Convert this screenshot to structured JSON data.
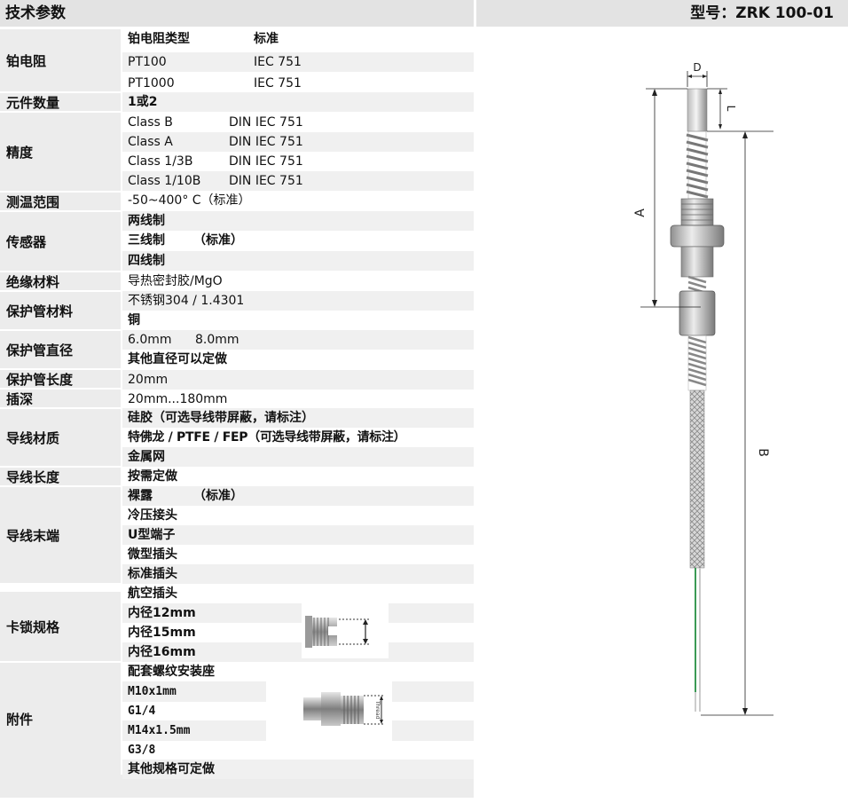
{
  "header": {
    "left_title": "技术参数",
    "right_title": "型号：ZRK 100-01"
  },
  "labels": {
    "rtd": "铂电阻",
    "count": "元件数量",
    "accuracy": "精度",
    "range": "测温范围",
    "sensor": "传感器",
    "insulation": "绝缘材料",
    "sheath_material": "保护管材料",
    "sheath_diameter": "保护管直径",
    "sheath_length": "保护管长度",
    "insertion": "插深",
    "lead_material": "导线材质",
    "lead_length": "导线长度",
    "lead_end": "导线末端",
    "clamp": "卡锁规格",
    "accessory": "附件"
  },
  "rows": {
    "rtd_type": [
      "铂电阻类型",
      "标准"
    ],
    "pt100": [
      "PT100",
      "IEC 751"
    ],
    "pt1000": [
      "PT1000",
      "IEC 751"
    ],
    "count": "1或2",
    "classb": [
      "Class B",
      "DIN IEC 751"
    ],
    "classa": [
      "Class A",
      "DIN IEC 751"
    ],
    "class13": [
      "Class 1/3B",
      "DIN IEC 751"
    ],
    "class110": [
      "Class 1/10B",
      "DIN IEC 751"
    ],
    "range": "-50~400° C（标准）",
    "wire2": "两线制",
    "wire3": [
      "三线制",
      "（标准）"
    ],
    "wire4": "四线制",
    "insulation": "导热密封胶/MgO",
    "ss": "不锈钢304 / 1.4301",
    "copper": "铜",
    "dia": [
      "6.0mm",
      "8.0mm"
    ],
    "dia_other": "其他直径可以定做",
    "length": "20mm",
    "insertion": "20mm...180mm",
    "silicone": "硅胶（可选导线带屏蔽，请标注）",
    "ptfe": "特佛龙 / PTFE / FEP（可选导线带屏蔽，请标注）",
    "metal": "金属网",
    "lead_length": "按需定做",
    "bare": [
      "裸露",
      "（标准）"
    ],
    "cold": "冷压接头",
    "u": "U型端子",
    "micro": "微型插头",
    "std_plug": "标准插头",
    "aviation": "航空插头",
    "id12": "内径12mm",
    "id15": "内径15mm",
    "id16": "内径16mm",
    "mount": "配套螺纹安装座",
    "m10": "M10x1mm",
    "g14": "G1/4",
    "m14": "M14x1.5mm",
    "g38": "G3/8",
    "other": "其他规格可定做"
  },
  "diagram": {
    "d": "D",
    "l": "L",
    "a": "A",
    "b": "B",
    "thread": "Thread"
  }
}
